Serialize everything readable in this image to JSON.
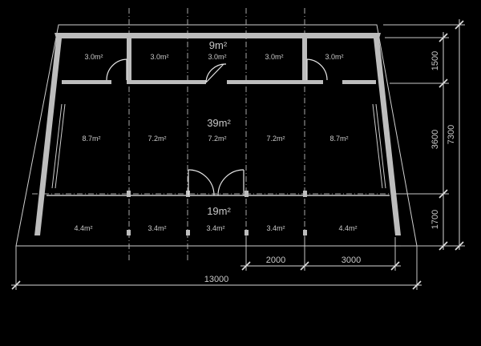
{
  "areas": {
    "top_rooms": [
      "3.0m²",
      "3.0m²",
      "3.0m²",
      "3.0m²",
      "3.0m²"
    ],
    "top_total": "9m²",
    "middle_rooms": [
      "8.7m²",
      "7.2m²",
      "7.2m²",
      "7.2m²",
      "8.7m²"
    ],
    "middle_total": "39m²",
    "bottom_rooms": [
      "4.4m²",
      "3.4m²",
      "3.4m²",
      "3.4m²",
      "4.4m²"
    ],
    "bottom_total": "19m²"
  },
  "dimensions": {
    "vertical": [
      "1500",
      "3600",
      "1700"
    ],
    "vertical_total": "7300",
    "horizontal": [
      "2000",
      "3000"
    ],
    "horizontal_total": "13000"
  }
}
